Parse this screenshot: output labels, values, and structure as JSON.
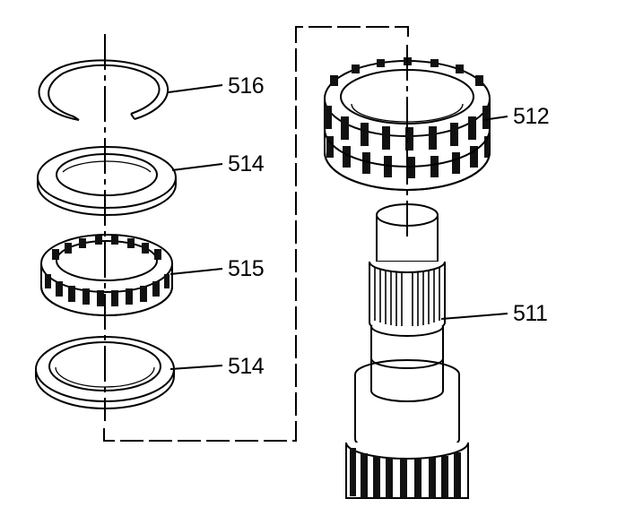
{
  "parts": {
    "snap_ring": "516",
    "thrust_washer_upper": "514",
    "roller_bearing": "515",
    "thrust_washer_lower": "514",
    "ring_gear": "512",
    "output_shaft": "511"
  },
  "colors": {
    "ink": "#000000",
    "paper": "#ffffff"
  }
}
